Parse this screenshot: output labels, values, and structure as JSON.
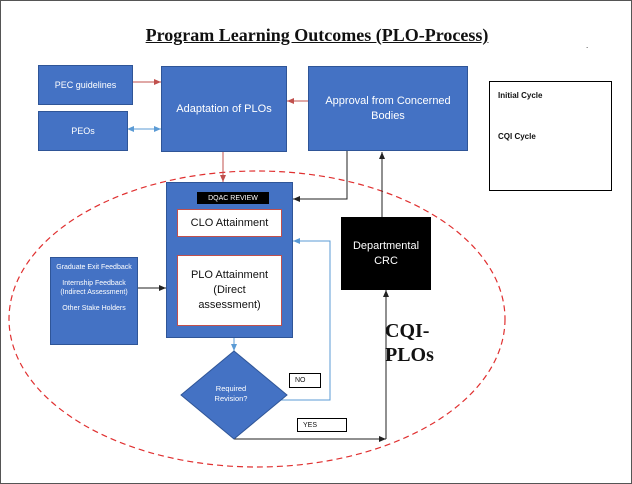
{
  "title": "Program Learning Outcomes (PLO-Process)",
  "boxes": {
    "pec_guidelines": "PEC guidelines",
    "peos": "PEOs",
    "adaptation": "Adaptation of PLOs",
    "approval": "Approval from Concerned Bodies",
    "dqaac_review": "DQAC REVIEW",
    "clo_attainment": "CLO Attainment",
    "plo_attainment": "PLO Attainment (Direct assessment)",
    "departmental_crc": "Departmental CRC"
  },
  "stakeholders": [
    "Graduate Exit Feedback",
    "Internship Feedback (Indirect Assessment)",
    "Other Stake Holders"
  ],
  "decision": {
    "question": "Required Revision?",
    "no_label": "NO",
    "yes_label": "YES"
  },
  "cqi_label": {
    "line1": "CQI-",
    "line2": "PLOs"
  },
  "legend": {
    "initial_cycle": "Initial Cycle",
    "cqi_cycle": "CQI Cycle"
  },
  "colors": {
    "box_blue": "#4472c4",
    "arrow_red": "#c0504d",
    "arrow_blue": "#5b9bd5",
    "cqi_dashed": "#e03030",
    "legend_orange": "#f4b183"
  },
  "marks": {
    "dot": "."
  }
}
